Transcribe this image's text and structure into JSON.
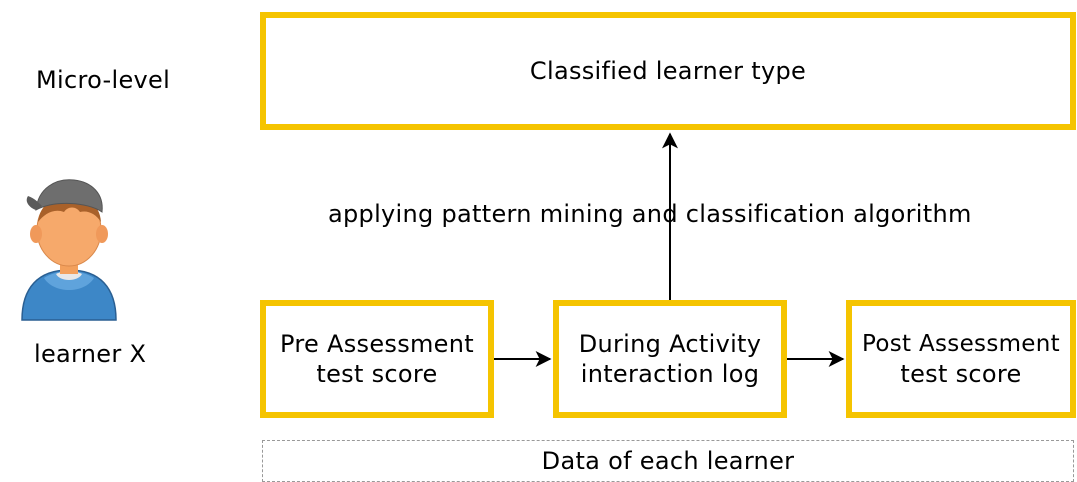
{
  "level_label": "Micro-level",
  "learner": {
    "name": "learner X",
    "avatar_icon": "learner-avatar-icon"
  },
  "output_box": {
    "label": "Classified learner type"
  },
  "process_label": "applying pattern mining and classification algorithm",
  "stages": [
    {
      "line1": "Pre Assessment",
      "line2": "test score"
    },
    {
      "line1": "During Activity",
      "line2": "interaction log"
    },
    {
      "line1": "Post Assessment",
      "line2": "test score"
    }
  ],
  "data_group_label": "Data of each learner",
  "colors": {
    "box_border": "#f5c400",
    "dashed_border": "#999999",
    "arrow": "#000000"
  }
}
